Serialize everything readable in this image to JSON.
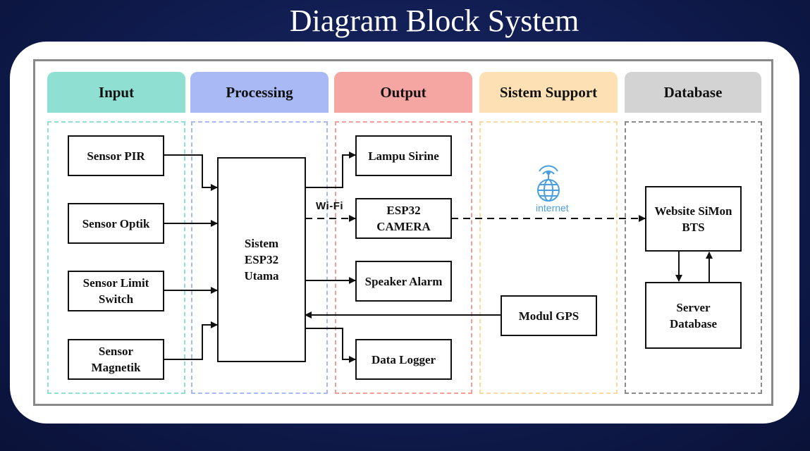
{
  "title": "Diagram Block System",
  "columns": [
    {
      "label": "Input",
      "header_color": "#8fe0d2",
      "border_color": "#8fe0d2"
    },
    {
      "label": "Processing",
      "header_color": "#a9b9f5",
      "border_color": "#a9b9f5"
    },
    {
      "label": "Output",
      "header_color": "#f5a6a3",
      "border_color": "#f19e9b"
    },
    {
      "label": "Sistem Support",
      "header_color": "#fde1b4",
      "border_color": "#fbd9a4"
    },
    {
      "label": "Database",
      "header_color": "#d3d3d3",
      "border_color": "#8a8a8a"
    }
  ],
  "inputs": {
    "pir": "Sensor PIR",
    "optik": "Sensor Optik",
    "limit": "Sensor Limit\nSwitch",
    "magnetik": "Sensor\nMagnetik"
  },
  "processing": {
    "main": "Sistem\nESP32\nUtama"
  },
  "outputs": {
    "lampu": "Lampu Sirine",
    "camera": "ESP32\nCAMERA",
    "speaker": "Speaker Alarm",
    "logger": "Data Logger"
  },
  "support": {
    "gps": "Modul GPS"
  },
  "database": {
    "website": "Website SiMon\nBTS",
    "server": "Server\nDatabase"
  },
  "connections": {
    "wifi_label": "Wi-Fi",
    "internet_label": "internet"
  },
  "colors": {
    "background": "#101c4f",
    "internet_blue": "#4a9fe0"
  }
}
